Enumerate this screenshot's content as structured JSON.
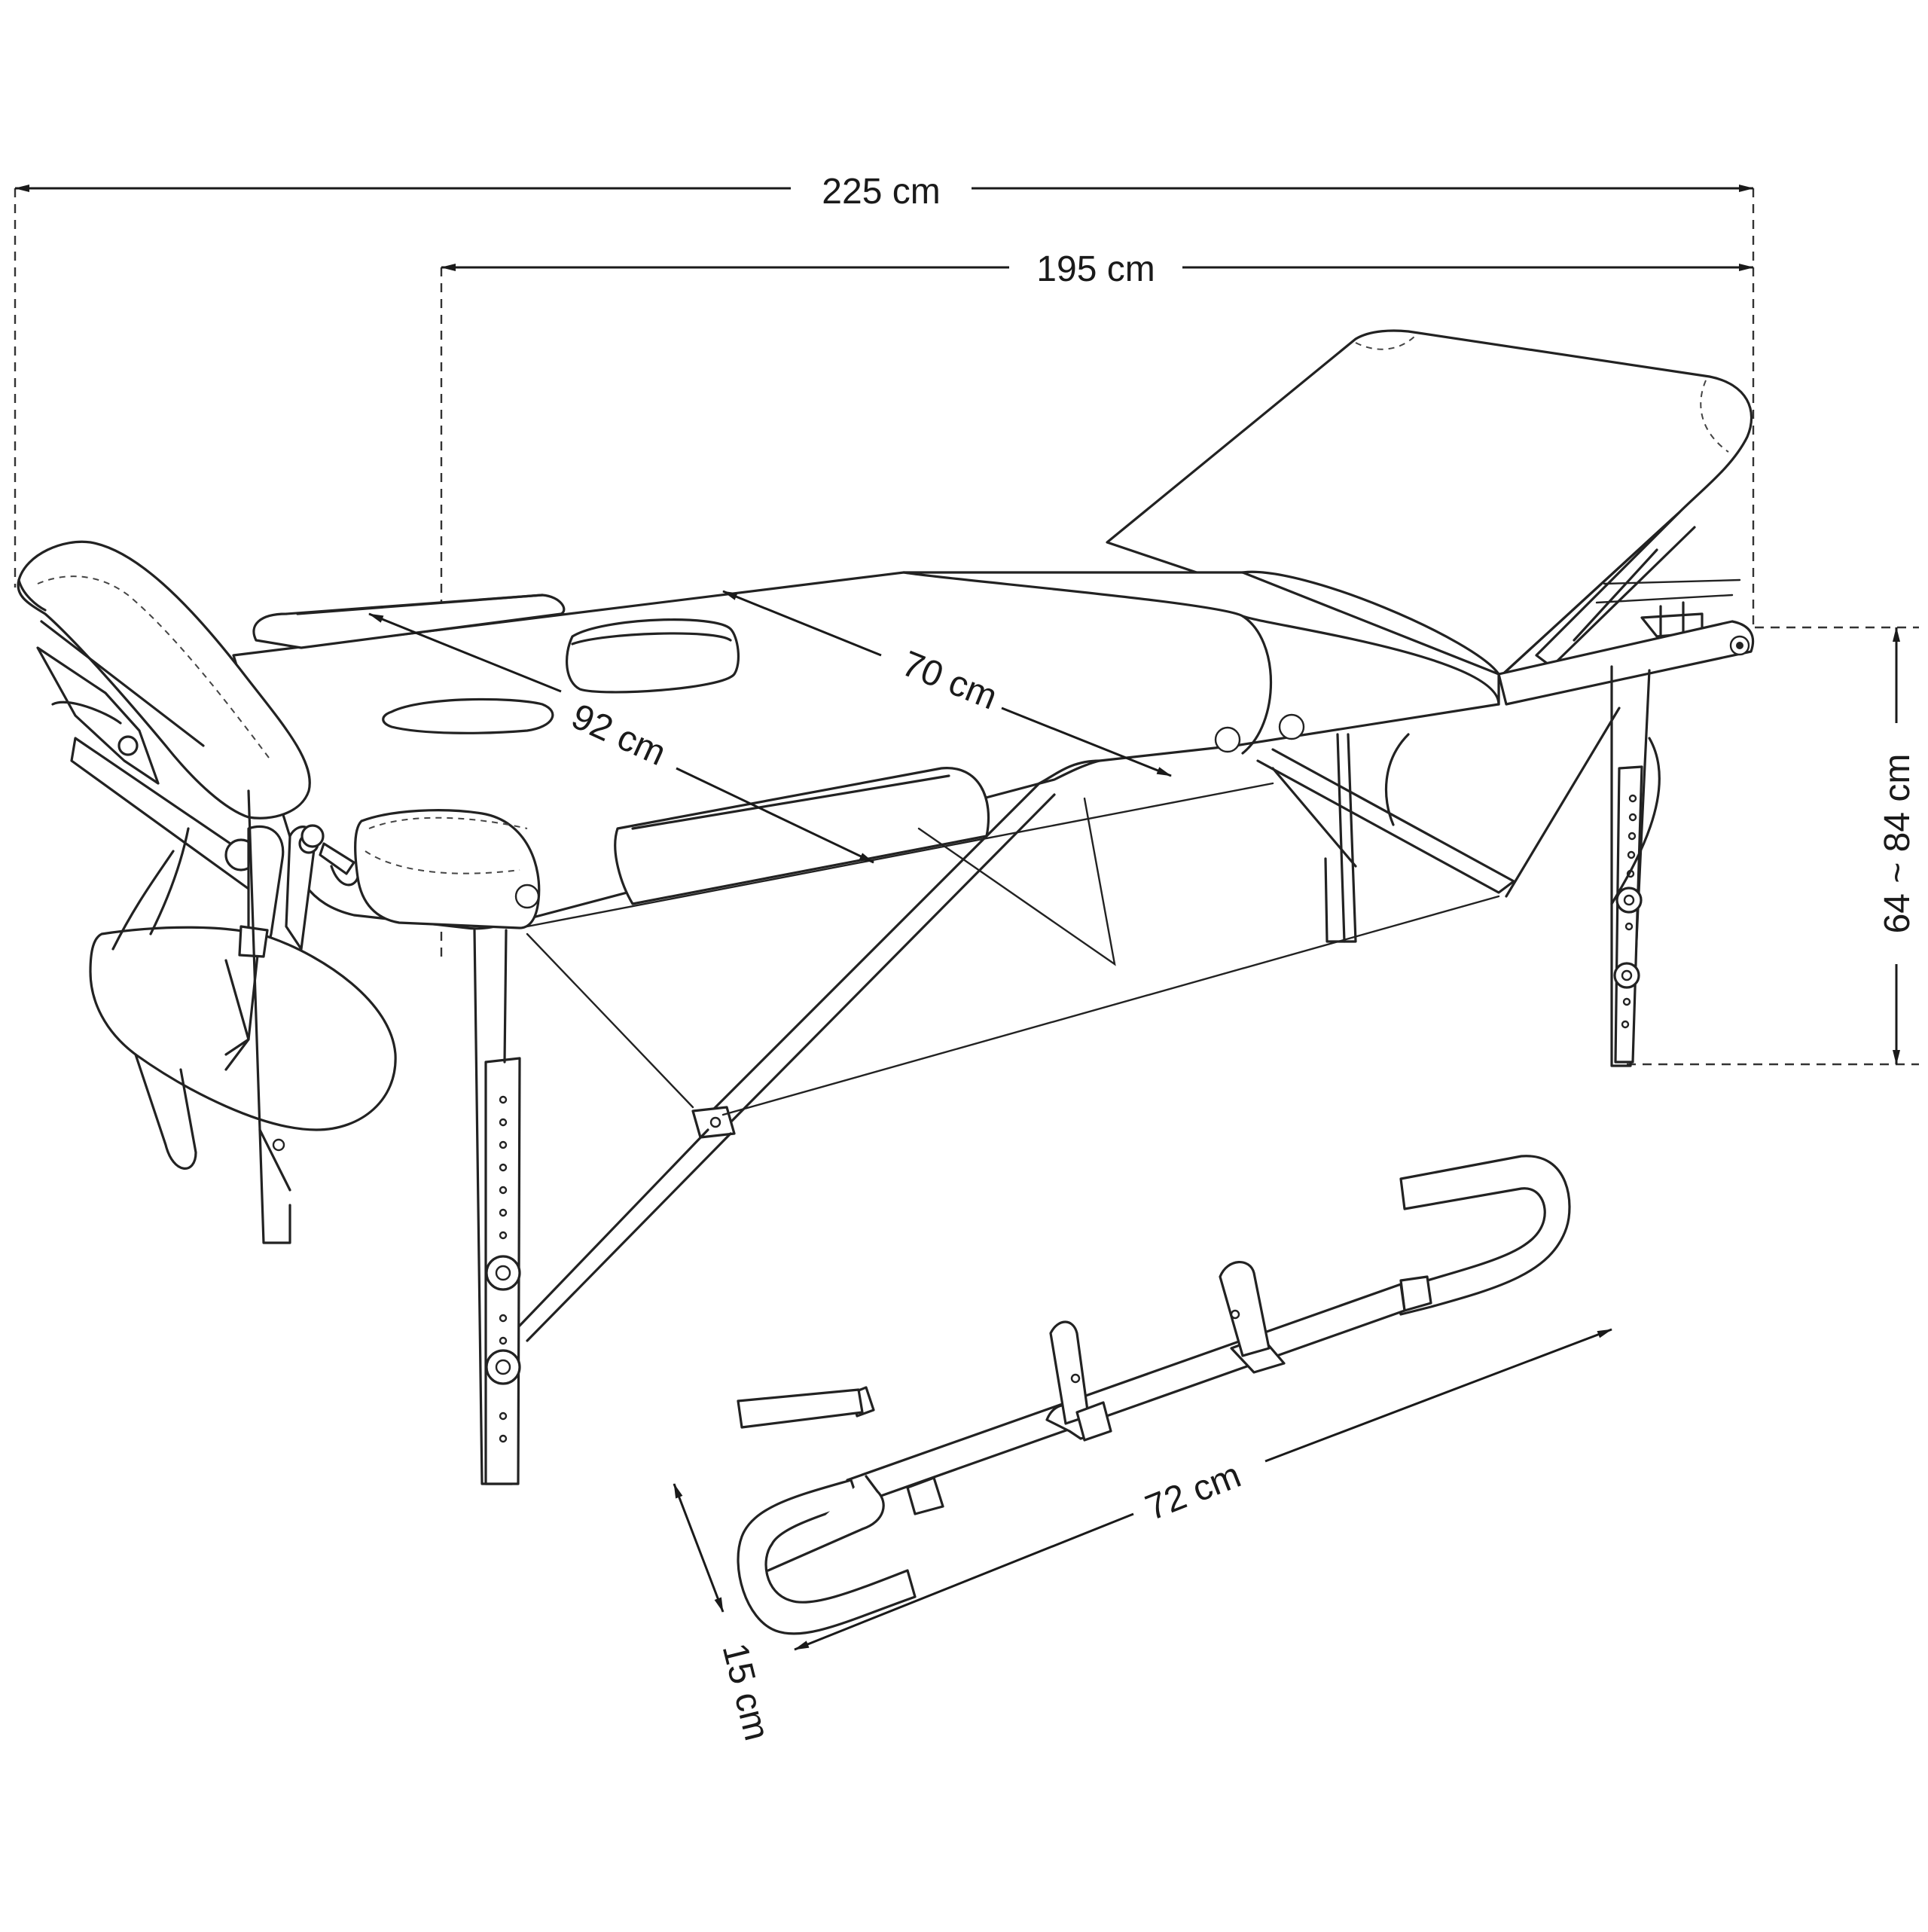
{
  "dimensions": {
    "total_length": "225 cm",
    "table_length": "195 cm",
    "width": "70 cm",
    "section_length": "92 cm",
    "height_range": "64 ~ 84 cm",
    "bar_length": "72 cm",
    "bar_height": "15 cm"
  }
}
